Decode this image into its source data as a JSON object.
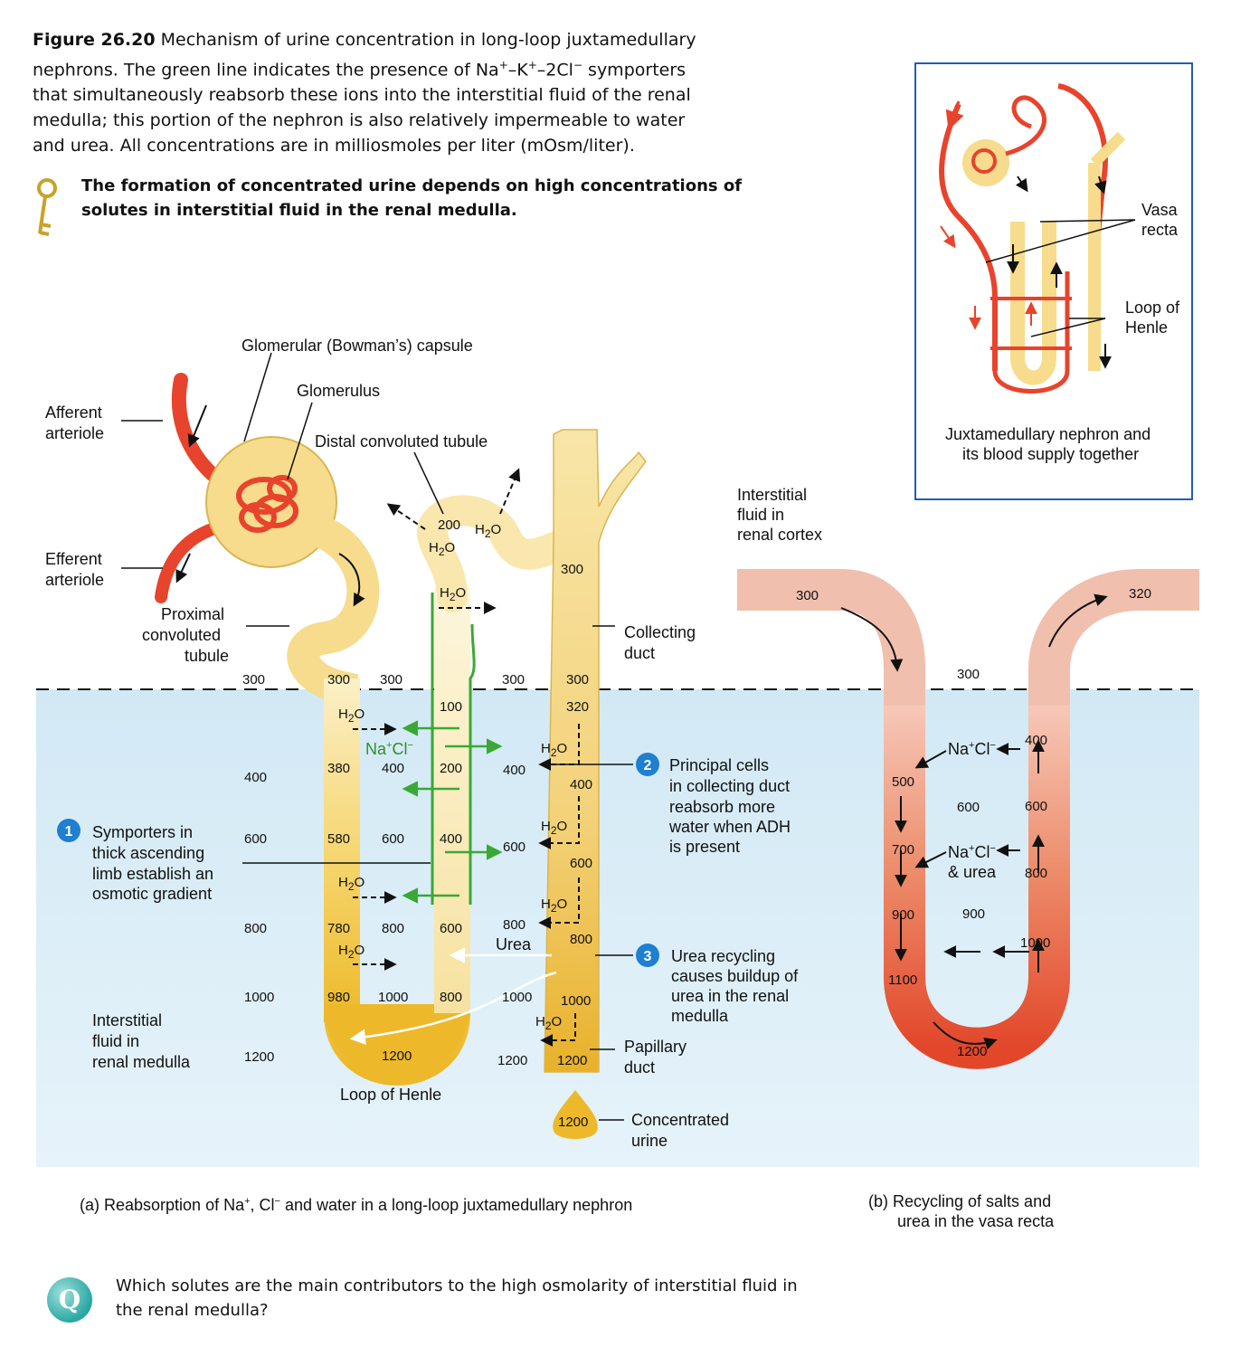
{
  "caption": {
    "figure_label": "Figure 26.20",
    "line1": " Mechanism of urine concentration in long-loop juxtamedullary",
    "line2_a": "nephrons. The green line indicates the presence of Na",
    "line2_b": "–K",
    "line2_c": "–2Cl",
    "line2_d": " symporters",
    "sup_plus": "+",
    "sup_minus": "−",
    "line3": "that simultaneously reabsorb these ions into the interstitial fluid of the renal",
    "line4": "medulla; this portion of the nephron is also relatively impermeable to water",
    "line5": "and urea. All concentrations are in milliosmoles per liter (mOsm/liter)."
  },
  "key_concept": {
    "line1": "The formation of concentrated urine depends on high concentrations of",
    "line2": "solutes in interstitial fluid in the renal medulla."
  },
  "labels": {
    "glomerular_capsule": "Glomerular (Bowman’s) capsule",
    "glomerulus": "Glomerulus",
    "afferent_1": "Afferent",
    "afferent_2": "arteriole",
    "efferent_1": "Efferent",
    "efferent_2": "arteriole",
    "distal": "Distal convoluted tubule",
    "proximal_1": "Proximal",
    "proximal_2": "convoluted",
    "proximal_3": "tubule",
    "collecting_1": "Collecting",
    "collecting_2": "duct",
    "interstitial_cortex_1": "Interstitial",
    "interstitial_cortex_2": "fluid in",
    "interstitial_cortex_3": "renal cortex",
    "interstitial_medulla_1": "Interstitial",
    "interstitial_medulla_2": "fluid in",
    "interstitial_medulla_3": "renal medulla",
    "loop": "Loop of Henle",
    "papillary_1": "Papillary",
    "papillary_2": "duct",
    "urine_1": "Concentrated",
    "urine_2": "urine",
    "urea": "Urea",
    "nacl": "Na",
    "nacl_cl": "Cl",
    "h2o_h": "H",
    "h2o_2": "2",
    "h2o_o": "O",
    "and_urea": "& urea",
    "vasa_1": "Vasa",
    "vasa_2": "recta",
    "inset_loop_1": "Loop of",
    "inset_loop_2": "Henle",
    "inset_caption_1": "Juxtamedullary nephron and",
    "inset_caption_2": "its blood supply together"
  },
  "steps": [
    {
      "num": "1",
      "lines": [
        "Symporters in",
        "thick ascending",
        "limb establish an",
        "osmotic gradient"
      ]
    },
    {
      "num": "2",
      "lines": [
        "Principal cells",
        "in collecting duct",
        "reabsorb more",
        "water when ADH",
        "is present"
      ]
    },
    {
      "num": "3",
      "lines": [
        "Urea recycling",
        "causes buildup of",
        "urea in the renal",
        "medulla"
      ]
    }
  ],
  "values": {
    "v300": "300",
    "v320": "320",
    "v100": "100",
    "v200": "200",
    "v380": "380",
    "v400": "400",
    "v500": "500",
    "v580": "580",
    "v600": "600",
    "v700": "700",
    "v780": "780",
    "v800": "800",
    "v900": "900",
    "v980": "980",
    "v1000": "1000",
    "v1100": "1100",
    "v1200": "1200"
  },
  "subcaptions": {
    "a_1": "(a) Reabsorption of Na",
    "a_2": ", Cl",
    "a_3": " and water in a long-loop juxtamedullary nephron",
    "b_1": "(b) Recycling of salts and",
    "b_2": "urea in the vasa recta"
  },
  "question": "Which solutes are the main contributors to the high osmolarity of interstitial fluid in the renal medulla?",
  "question_badge": "Q",
  "colors": {
    "tubule": "#f6dc8c",
    "vessel": "#e8432c",
    "green": "#3aa835",
    "step_circle": "#1f7fd1",
    "medulla_top": "#c8e4f3",
    "medulla_bottom": "#dff0f8"
  }
}
